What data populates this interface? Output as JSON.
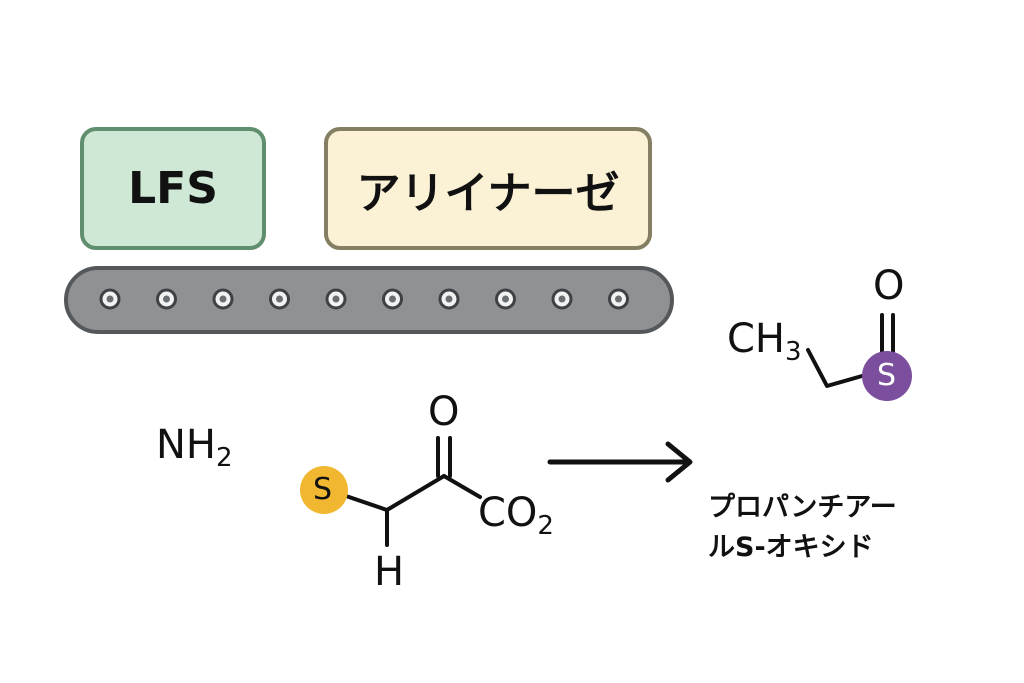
{
  "enzymes": {
    "lfs_label": "LFS",
    "alliinase_label": "アリイナーゼ"
  },
  "belt": {
    "rivet_count": 10
  },
  "substrate": {
    "nh2": "NH",
    "nh2_sub": "2",
    "sulfur": "S",
    "hydrogen": "H",
    "carbonyl_oxygen": "O",
    "carboxylate": "CO",
    "carboxylate_sub": "2"
  },
  "product": {
    "methyl": "CH",
    "methyl_sub": "3",
    "sulfur": "S",
    "oxide_oxygen": "O",
    "name_line1": "プロパンチアー",
    "name_line2": "ルS-オキシド"
  },
  "colors": {
    "lfs_fill": "#cfe8d5",
    "alliinase_fill": "#fbf2d6",
    "belt_fill": "#8f9194",
    "substrate_sulfur": "#f2b731",
    "product_sulfur": "#7b4f9e"
  }
}
